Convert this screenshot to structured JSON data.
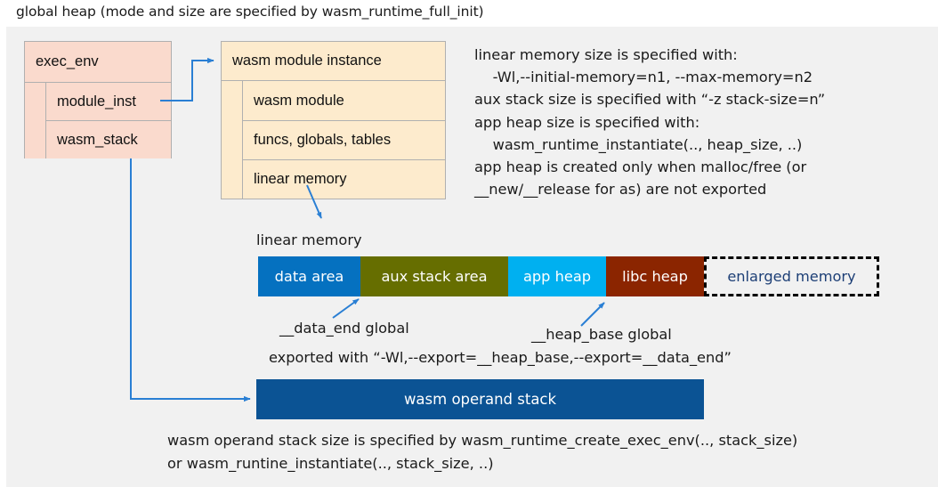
{
  "title": "global heap (mode and size are specified by wasm_runtime_full_init)",
  "colors": {
    "panel_bg": "#f1f1f1",
    "exec_env_fill": "#fadacd",
    "module_inst_fill": "#fdebcd",
    "box_border": "#b0b0b0",
    "data_area": "#0571c0",
    "aux_stack_area": "#666e00",
    "app_heap": "#00b0f0",
    "libc_heap": "#8b2500",
    "enlarged_memory_text": "#1d3f76",
    "operand_stack": "#0b5394",
    "connector": "#2a7fd4"
  },
  "exec_env": {
    "header": "exec_env",
    "fields": [
      "module_inst",
      "wasm_stack"
    ]
  },
  "module_instance": {
    "header": "wasm module instance",
    "fields": [
      "wasm module",
      "funcs, globals, tables",
      "linear memory"
    ]
  },
  "notes": {
    "memory_note": "linear memory size is specified with:\n    -Wl,--initial-memory=n1, --max-memory=n2\naux stack size is specified with “-z stack-size=n”\napp heap size is specified with:\n    wasm_runtime_instantiate(.., heap_size, ..)\napp heap is created only when malloc/free (or\n__new/__release for as) are not exported"
  },
  "linear_memory": {
    "label": "linear memory",
    "segments": [
      {
        "label": "data area",
        "color": "#0571c0",
        "width": 115,
        "style": "solid"
      },
      {
        "label": "aux stack area",
        "color": "#666e00",
        "width": 166,
        "style": "solid"
      },
      {
        "label": "app heap",
        "color": "#00b0f0",
        "width": 110,
        "style": "solid"
      },
      {
        "label": "libc heap",
        "color": "#8b2500",
        "width": 110,
        "style": "solid"
      },
      {
        "label": "enlarged memory",
        "color": "#f1f1f1",
        "width": 197,
        "style": "dashed"
      }
    ]
  },
  "annotations": {
    "data_end": "__data_end global",
    "heap_base": "__heap_base global",
    "exported_with": "exported with “-Wl,--export=__heap_base,--export=__data_end”"
  },
  "operand_stack": {
    "label": "wasm operand stack",
    "footer": "wasm operand stack size is specified by wasm_runtime_create_exec_env(.., stack_size)\nor wasm_runtine_instantiate(.., stack_size, ..)"
  }
}
